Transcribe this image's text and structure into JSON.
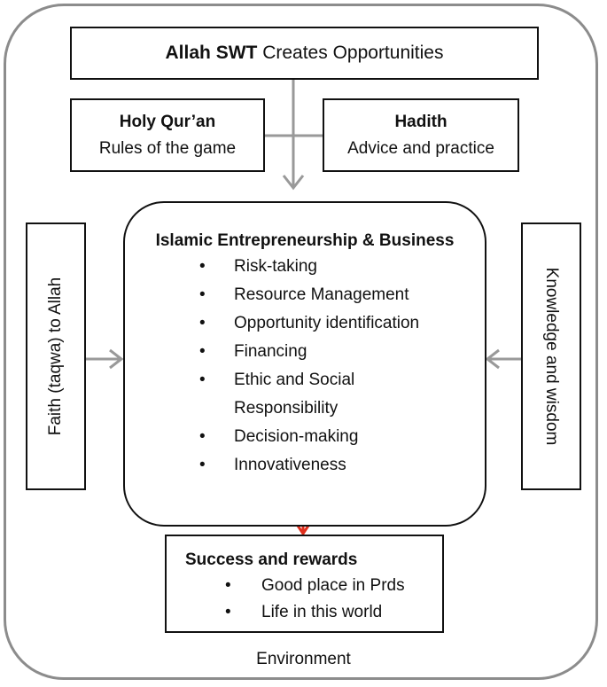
{
  "top": {
    "bold": "Allah SWT",
    "rest": "Creates Opportunities"
  },
  "quran": {
    "title": "Holy Qur’an",
    "subtitle": "Rules of the game"
  },
  "hadith": {
    "title": "Hadith",
    "subtitle": "Advice and practice"
  },
  "left_side": {
    "label": "Faith (taqwa) to Allah"
  },
  "right_side": {
    "label": "Knowledge and wisdom"
  },
  "main": {
    "title": "Islamic Entrepreneurship & Business",
    "items": [
      "Risk-taking",
      "Resource Management",
      "Opportunity identification",
      "Financing",
      "Ethic and Social",
      "Responsibility",
      "Decision-making",
      "Innovativeness"
    ]
  },
  "success": {
    "title": "Success and rewards",
    "items": [
      "Good place in Prds",
      "Life in this world"
    ]
  },
  "environment": "Environment",
  "bullet": "•",
  "colors": {
    "arrow_gray": "#999999",
    "arrow_red": "#e0301e",
    "frame": "#8c8c8c"
  }
}
